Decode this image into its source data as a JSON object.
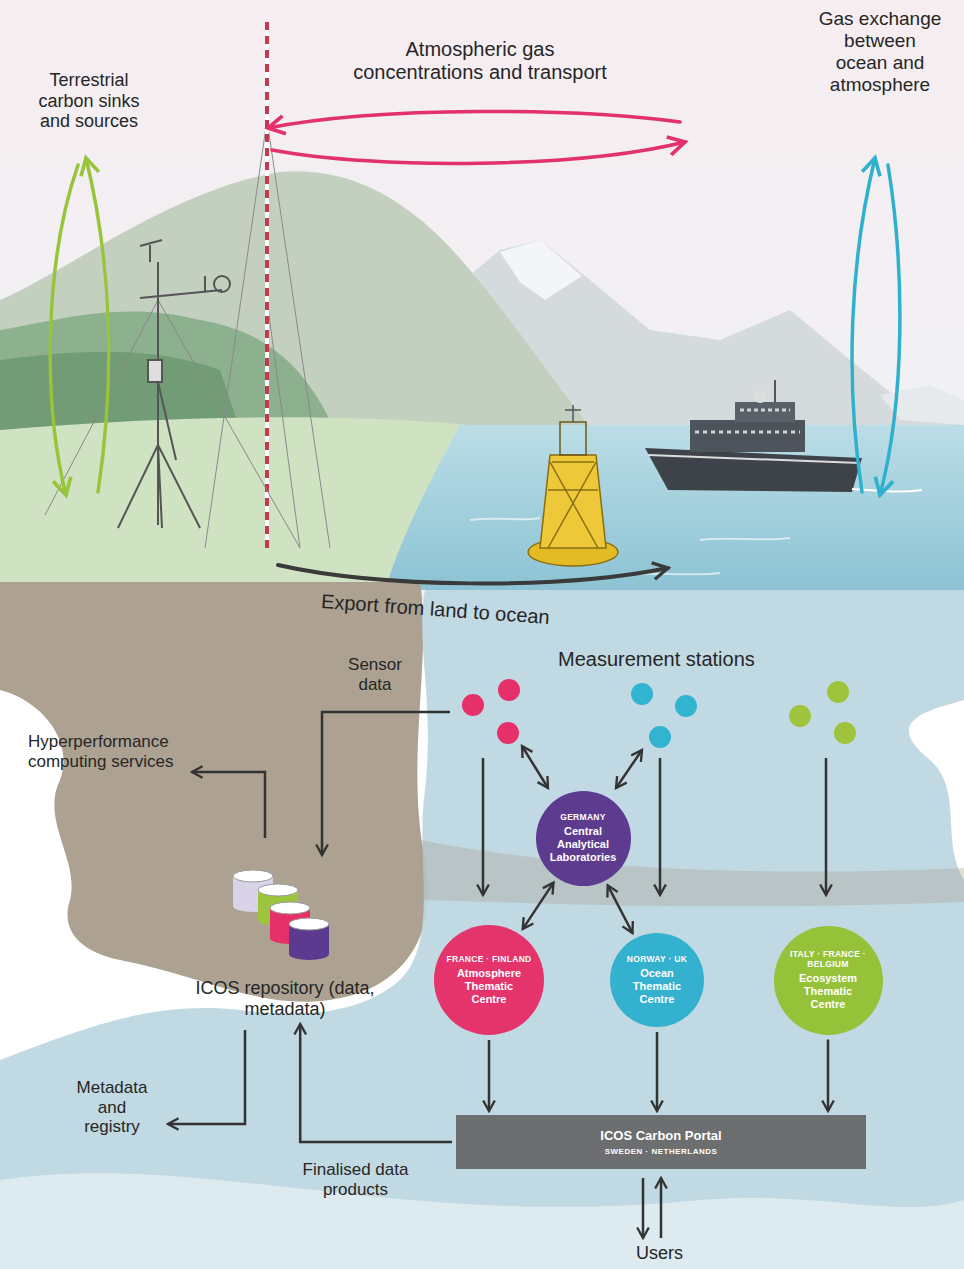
{
  "diagram": {
    "nodes": [
      {
        "text": [
          "GERMANY",
          "Central Analytical Laboratories"
        ]
      },
      {
        "text": [
          "ICOS repository (data, metadata)"
        ]
      },
      {
        "text": [
          "FRANCE · FINLAND",
          "Atmosphere Thematic Centre"
        ]
      },
      {
        "text": [
          "NORWAY · UK",
          "Ocean Thematic Centre"
        ]
      },
      {
        "text": [
          "ITALY · FRANCE · BELGIUM",
          "Ecosystem Thematic Centre"
        ]
      },
      {
        "text": [
          "ICOS Carbon Portal",
          "SWEDEN · NETHERLANDS"
        ]
      }
    ],
    "edges": [
      {
        "from": 0,
        "to": 2,
        "arrow": "both"
      },
      {
        "from": 0,
        "to": 3,
        "arrow": "both"
      },
      {
        "from": 2,
        "to": 5,
        "arrow": "to"
      },
      {
        "from": 3,
        "to": 5,
        "arrow": "to"
      },
      {
        "from": 4,
        "to": 5,
        "arrow": "to"
      },
      {
        "from": 5,
        "to": 1,
        "label": "Finalised data products",
        "arrow": "to"
      }
    ],
    "labels": [
      "Terrestrial carbon sinks and sources",
      "Atmospheric gas concentrations and transport",
      "Gas exchange between ocean and atmosphere",
      "Export from land to ocean",
      "Sensor data",
      "Measurement stations",
      "Hyperperformance computing services",
      "Metadata and registry",
      "Users"
    ]
  }
}
